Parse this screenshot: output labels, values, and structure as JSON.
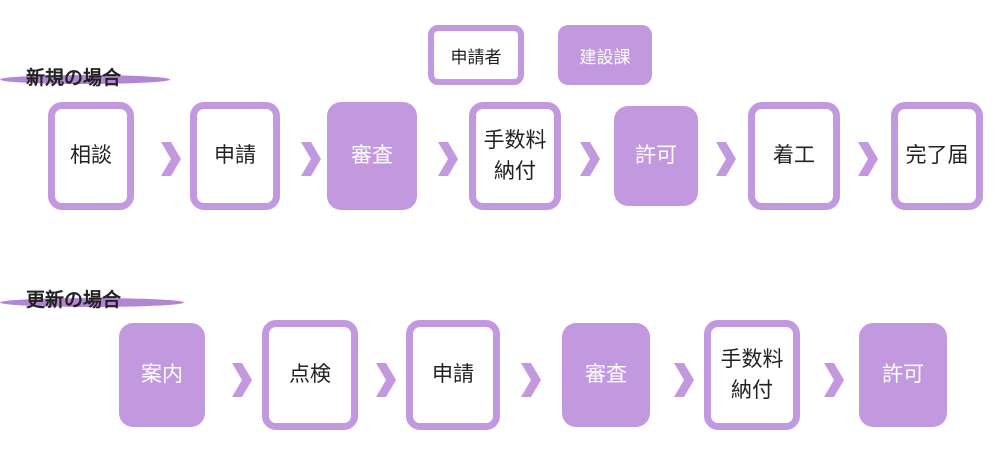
{
  "legend": {
    "applicant": "申請者",
    "construction_dept": "建設課"
  },
  "colors": {
    "accent": "#c299de",
    "underline": "#b386d4"
  },
  "new_case": {
    "title": "新規の場合",
    "steps": [
      {
        "label": "相談",
        "actor": "applicant"
      },
      {
        "label": "申請",
        "actor": "applicant"
      },
      {
        "label": "審査",
        "actor": "construction_dept"
      },
      {
        "label": "手数料\n納付",
        "actor": "applicant"
      },
      {
        "label": "許可",
        "actor": "construction_dept"
      },
      {
        "label": "着工",
        "actor": "applicant"
      },
      {
        "label": "完了届",
        "actor": "applicant"
      }
    ]
  },
  "renewal_case": {
    "title": "更新の場合",
    "steps": [
      {
        "label": "案内",
        "actor": "construction_dept"
      },
      {
        "label": "点検",
        "actor": "applicant"
      },
      {
        "label": "申請",
        "actor": "applicant"
      },
      {
        "label": "審査",
        "actor": "construction_dept"
      },
      {
        "label": "手数料\n納付",
        "actor": "applicant"
      },
      {
        "label": "許可",
        "actor": "construction_dept"
      }
    ]
  }
}
